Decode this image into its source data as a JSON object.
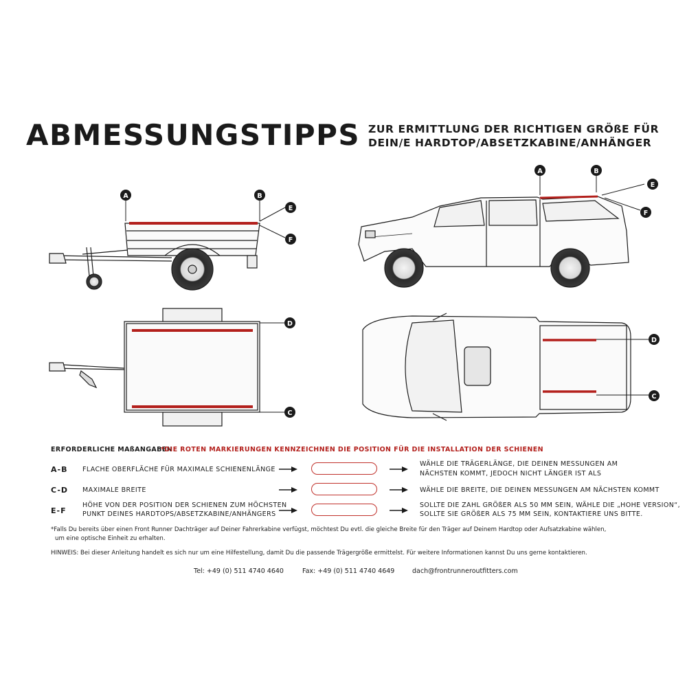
{
  "header": {
    "title": "ABMESSUNGSTIPPS",
    "subtitle_line1": "ZUR ERMITTLUNG DER RICHTIGEN GRÖßE FÜR",
    "subtitle_line2": "DEIN/E HARDTOP/ABSETZKABINE/ANHÄNGER"
  },
  "diagram_labels": {
    "a": "A",
    "b": "B",
    "c": "C",
    "d": "D",
    "e": "E",
    "f": "F"
  },
  "colors": {
    "marker_red": "#b3201c",
    "line": "#1a1a1a"
  },
  "legend": {
    "required_label": "ERFORDERLICHE MAßANGABEN",
    "red_note": "*DIE ROTEN MARKIERUNGEN KENNZEICHNEN DIE POSITION FÜR DIE INSTALLATION DER SCHIENEN",
    "rows": [
      {
        "code": "A-B",
        "description_line1": "FLACHE OBERFLÄCHE FÜR MAXIMALE SCHIENENLÄNGE",
        "description_line2": "",
        "advice_line1": "WÄHLE DIE TRÄGERLÄNGE, DIE DEINEN MESSUNGEN AM",
        "advice_line2": "NÄCHSTEN KOMMT, JEDOCH NICHT LÄNGER IST ALS"
      },
      {
        "code": "C-D",
        "description_line1": "MAXIMALE BREITE",
        "description_line2": "",
        "advice_line1": "WÄHLE DIE BREITE, DIE DEINEN MESSUNGEN AM NÄCHSTEN KOMMT",
        "advice_line2": ""
      },
      {
        "code": "E-F",
        "description_line1": "HÖHE VON DER POSITION DER SCHIENEN ZUM HÖCHSTEN",
        "description_line2": "PUNKT DEINES HARDTOPS/ABSETZKABINE/ANHÄNGERS",
        "advice_line1": "SOLLTE DIE ZAHL GRÖßER ALS 50 MM SEIN, WÄHLE DIE „HOHE VERSION“,",
        "advice_line2": "SOLLTE SIE GRÖßER ALS 75 MM SEIN, KONTAKTIERE UNS BITTE."
      }
    ]
  },
  "notes": {
    "footnote_line1": "*Falls Du bereits über einen Front Runner Dachträger auf Deiner Fahrerkabine verfügst, möchtest Du evtl. die gleiche Breite für den Träger auf Deinem Hardtop oder Aufsatzkabine wählen,",
    "footnote_line2": "um eine optische Einheit zu erhalten.",
    "hinweis": "HINWEIS: Bei dieser Anleitung handelt es sich nur um eine Hilfestellung, damit Du die passende Trägergröße ermittelst. Für weitere Informationen kannst Du uns gerne kontaktieren."
  },
  "contact": {
    "tel": "Tel: +49 (0) 511 4740 4640",
    "fax": "Fax: +49 (0) 511 4740 4649",
    "email": "dach@frontrunneroutfitters.com"
  }
}
